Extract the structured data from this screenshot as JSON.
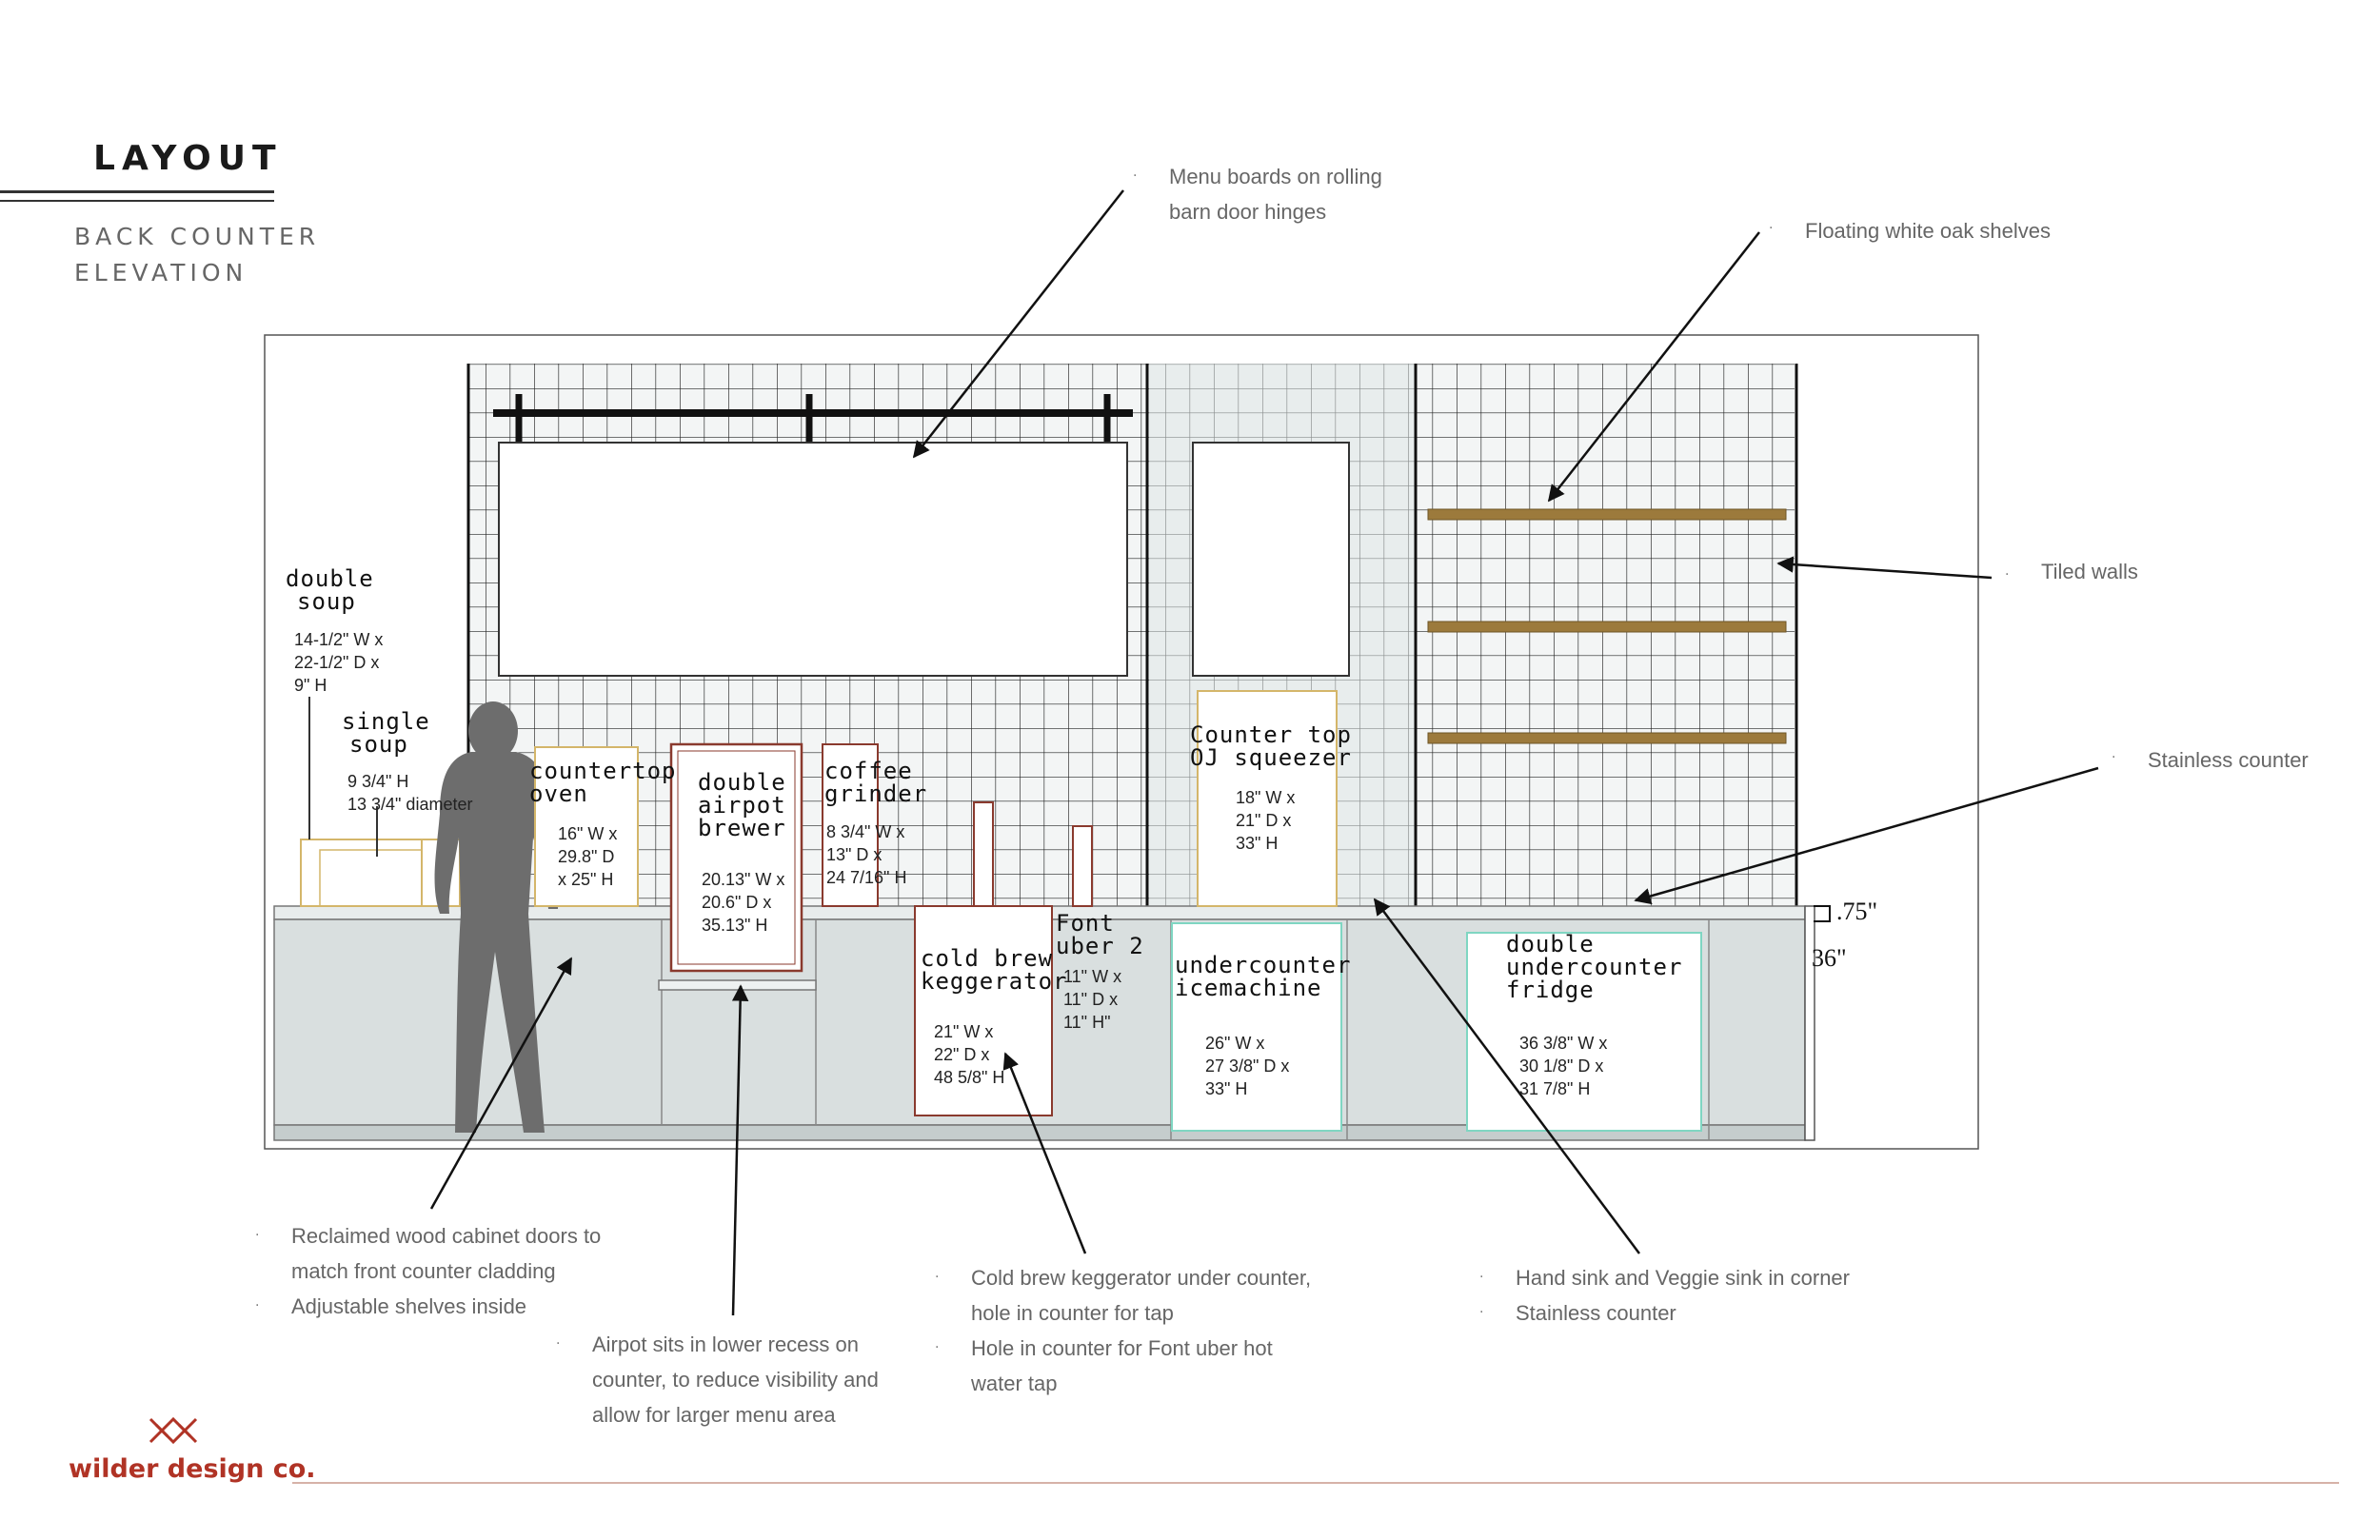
{
  "header": {
    "title": "LAYOUT",
    "subtitle_lines": [
      "BACK COUNTER",
      "ELEVATION"
    ]
  },
  "equipment": {
    "double_soup": {
      "name": [
        "double",
        "soup"
      ],
      "dims": [
        "14-1/2\" W x",
        "22-1/2\" D x",
        "9\" H"
      ]
    },
    "single_soup": {
      "name": [
        "single",
        "soup"
      ],
      "dims": [
        "9 3/4\" H",
        "13 3/4\" diameter"
      ]
    },
    "countertop_oven": {
      "name": [
        "countertop",
        "oven"
      ],
      "dims": [
        "16\" W x",
        "29.8\" D",
        "x 25\" H"
      ]
    },
    "airpot_brewer": {
      "name": [
        "double",
        "airpot",
        "brewer"
      ],
      "dims": [
        "20.13\" W x",
        "20.6\" D x",
        "35.13\" H"
      ]
    },
    "coffee_grinder": {
      "name": [
        "coffee",
        "grinder"
      ],
      "dims": [
        "8 3/4\" W x",
        "13\" D x",
        "24 7/16\" H"
      ]
    },
    "oj_squeezer": {
      "name": [
        "Counter top",
        "OJ squeezer"
      ],
      "dims": [
        "18\" W x",
        "21\" D x",
        "33\" H"
      ]
    },
    "keggerator": {
      "name": [
        "cold brew",
        "keggerator"
      ],
      "dims": [
        "21\" W x",
        "22\" D x",
        "48 5/8\" H"
      ]
    },
    "font_uber": {
      "name": [
        "Font",
        "uber 2"
      ],
      "dims": [
        "11\" W x",
        "11\" D x",
        "11\" H\""
      ]
    },
    "icemachine": {
      "name": [
        "undercounter",
        "icemachine"
      ],
      "dims": [
        "26\" W x",
        "27 3/8\" D x",
        "33\" H"
      ]
    },
    "fridge": {
      "name": [
        "double",
        "undercounter",
        "fridge"
      ],
      "dims": [
        "36 3/8\" W x",
        "30 1/8\" D x",
        "31 7/8\" H"
      ]
    }
  },
  "dimensions": {
    "counter_top": ".75\"",
    "counter_height": "36\""
  },
  "callouts": {
    "menu_boards": [
      "Menu boards on rolling",
      "barn door hinges"
    ],
    "shelves": [
      "Floating white oak shelves"
    ],
    "tiled_walls": [
      "Tiled walls"
    ],
    "stainless": [
      "Stainless counter"
    ],
    "cabinet_doors": [
      "Reclaimed wood cabinet doors to",
      "match front counter cladding"
    ],
    "shelves_inside": [
      "Adjustable shelves inside"
    ],
    "airpot_note": [
      "Airpot sits in lower recess on",
      "counter, to reduce visibility and",
      "allow for larger menu area"
    ],
    "keggerator_note": [
      "Cold brew keggerator under counter,",
      "hole in counter for tap"
    ],
    "font_note": [
      "Hole in counter for Font uber hot",
      "water tap"
    ],
    "sink_note": [
      "Hand sink and Veggie sink in corner"
    ],
    "stainless_note": [
      "Stainless counter"
    ]
  },
  "brand": {
    "name": "wilder design co.",
    "color": "#b03325"
  },
  "colors": {
    "shelf": "#9c7a3c",
    "cabinet": "#d9dfdf",
    "tile_line": "#222222",
    "appliance_outline_gold": "#d4b66a",
    "appliance_outline_red": "#8a3a2e",
    "fridge_outline": "#7fd6c2"
  }
}
